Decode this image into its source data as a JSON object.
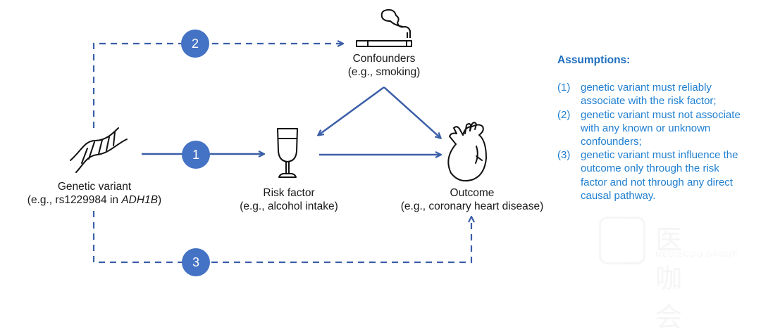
{
  "nodes": {
    "genetic_variant": {
      "title": "Genetic variant",
      "example_prefix": "(e.g., rs1229984 in ",
      "example_gene": "ADH1B",
      "example_suffix": ")",
      "icon": "dna-icon"
    },
    "risk_factor": {
      "title": "Risk factor",
      "example": "(e.g., alcohol intake)",
      "icon": "wine-glass-icon"
    },
    "outcome": {
      "title": "Outcome",
      "example": "(e.g., coronary heart disease)",
      "icon": "heart-icon"
    },
    "confounders": {
      "title": "Confounders",
      "example": "(e.g., smoking)",
      "icon": "cigarette-icon"
    }
  },
  "edges": [
    {
      "from": "genetic_variant",
      "to": "risk_factor",
      "style": "solid",
      "badge": "1"
    },
    {
      "from": "genetic_variant",
      "to": "confounders",
      "style": "dashed",
      "badge": "2"
    },
    {
      "from": "genetic_variant",
      "to": "outcome",
      "style": "dashed",
      "badge": "3"
    },
    {
      "from": "confounders",
      "to": "risk_factor",
      "style": "solid"
    },
    {
      "from": "confounders",
      "to": "outcome",
      "style": "solid"
    },
    {
      "from": "risk_factor",
      "to": "outcome",
      "style": "solid"
    }
  ],
  "assumptions": {
    "heading": "Assumptions:",
    "items": [
      {
        "num": "(1)",
        "text": "genetic variant must reliably associate with the risk factor;"
      },
      {
        "num": "(2)",
        "text": "genetic variant must not associate with any known or unknown confounders;"
      },
      {
        "num": "(3)",
        "text": "genetic variant must influence the outcome only through the risk factor and not through any direct causal pathway."
      }
    ]
  },
  "watermark": {
    "cn": "医咖会",
    "en": "MEDIECOO GROUP"
  },
  "colors": {
    "arrow": "#3a5ea8",
    "badge": "#4472c4",
    "assumption_text": "#1f7fd0"
  }
}
